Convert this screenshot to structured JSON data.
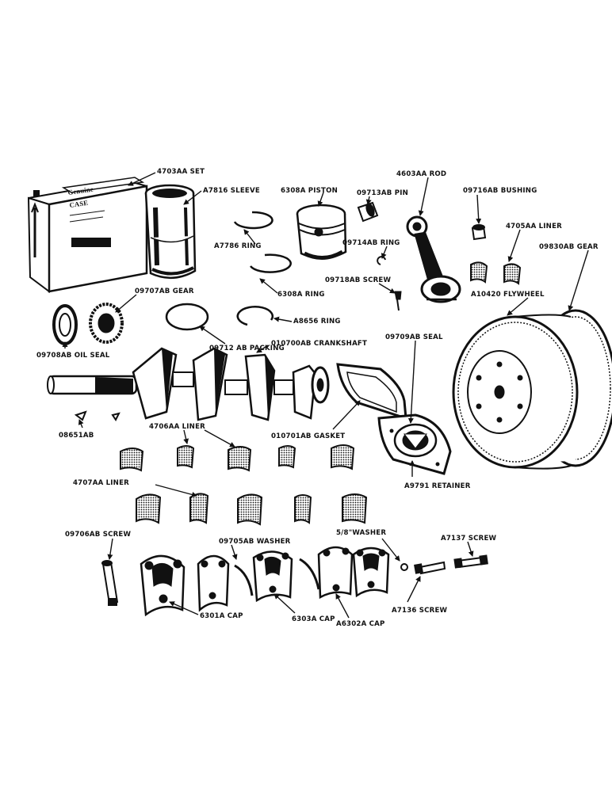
{
  "diagram": {
    "box_text": {
      "genuine": "Genuine",
      "brand": "CASE"
    },
    "labels": {
      "set": "4703AA SET",
      "sleeve": "A7816 SLEEVE",
      "ring_a7786": "A7786 RING",
      "piston": "6308A PISTON",
      "pin": "09713AB PIN",
      "ring_09714": "09714AB RING",
      "screw_09718": "09718AB SCREW",
      "ring_6308a": "6308A RING",
      "rod": "4603AA ROD",
      "bushing": "09716AB BUSHING",
      "liner_4705": "4705AA LINER",
      "gear_09830": "09830AB GEAR",
      "flywheel": "A10420 FLYWHEEL",
      "gear_09707": "09707AB GEAR",
      "oil_seal": "09708AB OIL SEAL",
      "packing": "09712 AB PACKING",
      "ring_a8656": "A8656 RING",
      "crankshaft": "010700AB CRANKSHAFT",
      "seal_09709": "09709AB SEAL",
      "key": "08651AB",
      "liner_4706": "4706AA LINER",
      "gasket": "010701AB GASKET",
      "retainer": "A9791 RETAINER",
      "liner_4707": "4707AA LINER",
      "screw_09706": "09706AB SCREW",
      "washer_09705": "09705AB WASHER",
      "washer_58": "5/8\"WASHER",
      "screw_a7137": "A7137 SCREW",
      "screw_a7136": "A7136 SCREW",
      "cap_6301": "6301A CAP",
      "cap_6303": "6303A CAP",
      "cap_a6302": "A6302A CAP"
    }
  }
}
